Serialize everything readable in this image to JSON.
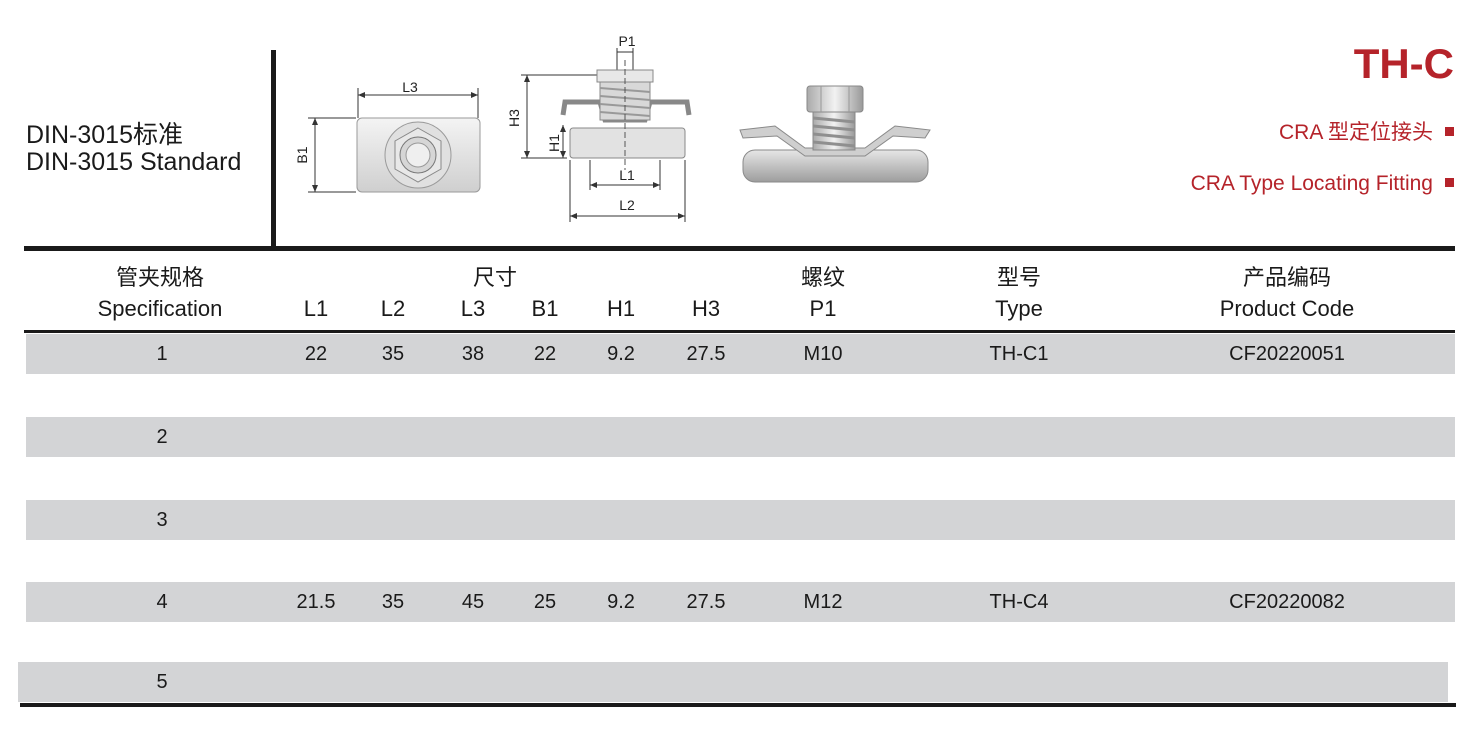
{
  "standard": {
    "line1": "DIN-3015标准",
    "line2": "DIN-3015 Standard"
  },
  "product": {
    "model": "TH-C",
    "name_cn": "CRA 型定位接头",
    "name_en": "CRA Type Locating Fitting"
  },
  "drawing_labels": {
    "l3": "L3",
    "b1": "B1",
    "p1": "P1",
    "h3": "H3",
    "h1": "H1",
    "l1": "L1",
    "l2": "L2"
  },
  "colors": {
    "accent": "#b5232a",
    "row_shade": "#d3d4d6",
    "rule": "#1a1a1a"
  },
  "table": {
    "headers": {
      "spec_cn": "管夹规格",
      "spec_en": "Specification",
      "dim_cn": "尺寸",
      "l1": "L1",
      "l2": "L2",
      "l3": "L3",
      "b1": "B1",
      "h1": "H1",
      "h3": "H3",
      "thread_cn": "螺纹",
      "thread_en": "P1",
      "type_cn": "型号",
      "type_en": "Type",
      "code_cn": "产品编码",
      "code_en": "Product Code"
    },
    "rows": [
      {
        "spec": "1",
        "l1": "22",
        "l2": "35",
        "l3": "38",
        "b1": "22",
        "h1": "9.2",
        "h3": "27.5",
        "p1": "M10",
        "type": "TH-C1",
        "code": "CF20220051"
      },
      {
        "spec": "2",
        "l1": "",
        "l2": "",
        "l3": "",
        "b1": "",
        "h1": "",
        "h3": "",
        "p1": "",
        "type": "",
        "code": ""
      },
      {
        "spec": "3",
        "l1": "",
        "l2": "",
        "l3": "",
        "b1": "",
        "h1": "",
        "h3": "",
        "p1": "",
        "type": "",
        "code": ""
      },
      {
        "spec": "4",
        "l1": "21.5",
        "l2": "35",
        "l3": "45",
        "b1": "25",
        "h1": "9.2",
        "h3": "27.5",
        "p1": "M12",
        "type": "TH-C4",
        "code": "CF20220082"
      },
      {
        "spec": "5",
        "l1": "",
        "l2": "",
        "l3": "",
        "b1": "",
        "h1": "",
        "h3": "",
        "p1": "",
        "type": "",
        "code": ""
      }
    ]
  }
}
